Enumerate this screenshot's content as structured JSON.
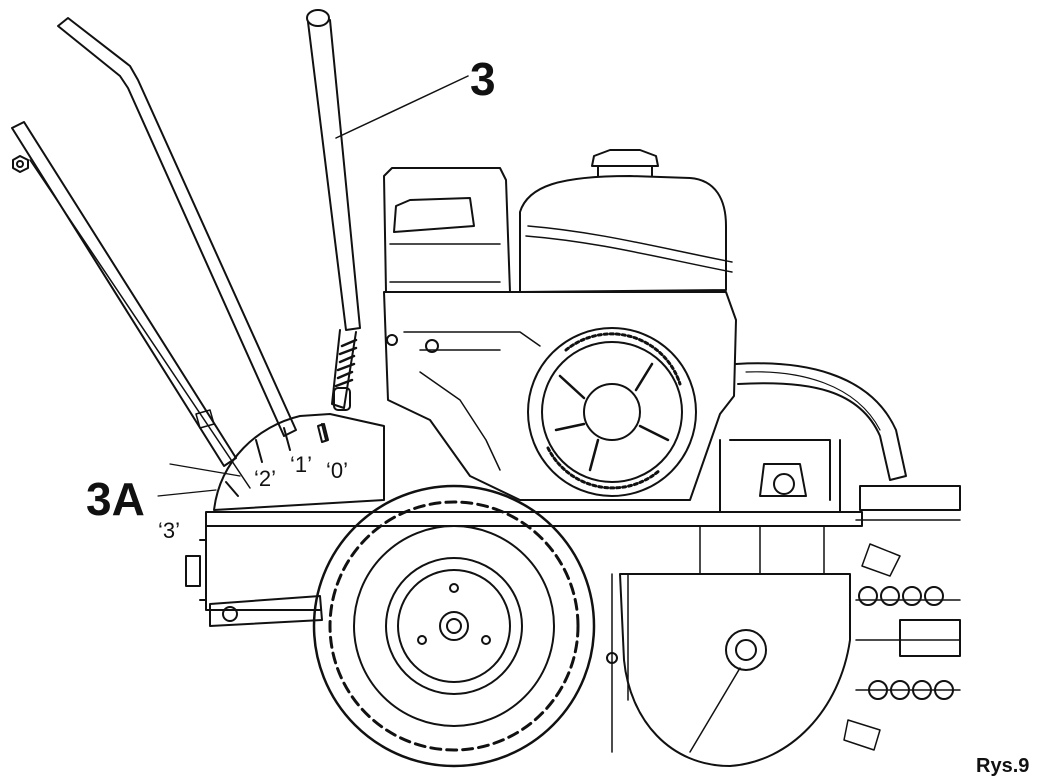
{
  "callouts": {
    "main": "3",
    "sub": "3A"
  },
  "positions": {
    "p0": "‘0’",
    "p1": "‘1’",
    "p2": "‘2’",
    "p3": "‘3’"
  },
  "caption": "Rys.9",
  "colors": {
    "ink": "#111111",
    "paper": "#ffffff",
    "shade": "#444444"
  }
}
